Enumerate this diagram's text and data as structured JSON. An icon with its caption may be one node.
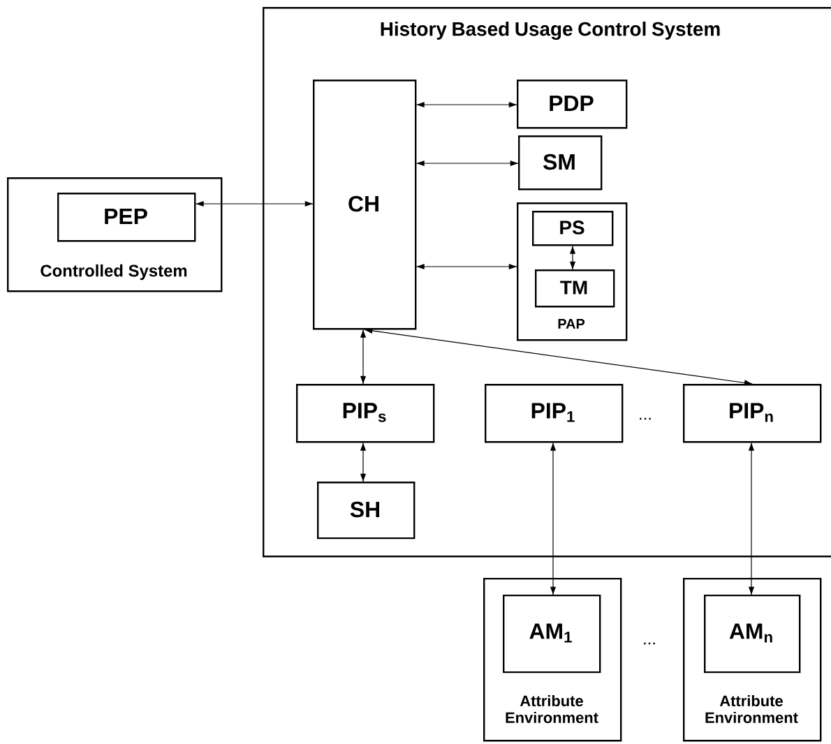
{
  "diagram": {
    "nodes": [
      {
        "text": [
          "History Based Usage Control System"
        ]
      },
      {
        "text": [
          "CH"
        ],
        "in": 0
      },
      {
        "text": [
          "PDP"
        ],
        "in": 0
      },
      {
        "text": [
          "SM"
        ],
        "in": 0
      },
      {
        "text": [
          "PAP"
        ],
        "in": 0
      },
      {
        "text": [
          "PS"
        ],
        "in": 4
      },
      {
        "text": [
          "TM"
        ],
        "in": 4
      },
      {
        "text": [
          "Controlled System"
        ]
      },
      {
        "text": [
          "PEP"
        ],
        "in": 7
      },
      {
        "text": [
          "PIP$_{s}$"
        ],
        "in": 0
      },
      {
        "text": [
          "PIP$_{1}$"
        ],
        "in": 0
      },
      {
        "text": [
          "PIP$_{n}$"
        ],
        "in": 0
      },
      {
        "text": [
          "SH"
        ],
        "in": 0
      },
      {
        "text": [
          "Attribute Environment"
        ]
      },
      {
        "text": [
          "AM$_{1}$"
        ],
        "in": 13
      },
      {
        "text": [
          "Attribute Environment"
        ]
      },
      {
        "text": [
          "AM$_{n}$"
        ],
        "in": 15
      }
    ],
    "edges": [
      {
        "from": 8,
        "to": 1,
        "arrow": "both"
      },
      {
        "from": 1,
        "to": 2,
        "arrow": "both"
      },
      {
        "from": 1,
        "to": 3,
        "arrow": "both"
      },
      {
        "from": 1,
        "to": 4,
        "arrow": "both"
      },
      {
        "from": 5,
        "to": 6,
        "arrow": "both"
      },
      {
        "from": 1,
        "to": 9,
        "arrow": "both"
      },
      {
        "from": 11,
        "to": 1,
        "arrow": "both"
      },
      {
        "from": 9,
        "to": 12,
        "arrow": "both"
      },
      {
        "from": 10,
        "to": 14,
        "arrow": "both"
      },
      {
        "from": 11,
        "to": 16,
        "arrow": "both"
      }
    ],
    "labels": [
      "...",
      "..."
    ]
  }
}
